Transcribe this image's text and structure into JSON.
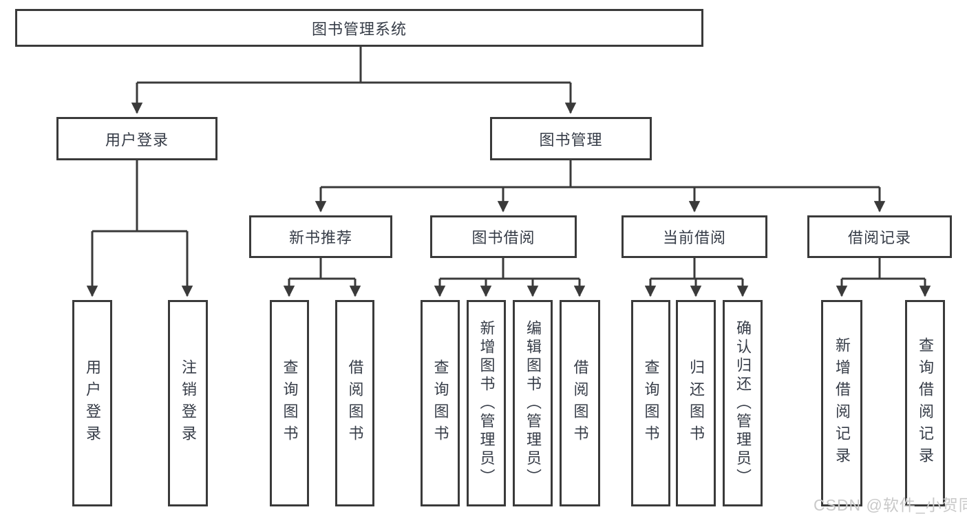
{
  "colors": {
    "line": "#3a3a3a",
    "text": "#363c47",
    "watermark": "#c9c9c9",
    "background": "#ffffff"
  },
  "watermark": {
    "text": "CSDN @软件_小贺同学"
  },
  "tree": {
    "root": {
      "label": "图书管理系统"
    },
    "children": [
      {
        "label": "用户登录",
        "children": [
          {
            "label": "用户登录"
          },
          {
            "label": "注销登录"
          }
        ]
      },
      {
        "label": "图书管理",
        "children": [
          {
            "label": "新书推荐",
            "children": [
              {
                "label": "查询图书"
              },
              {
                "label": "借阅图书"
              }
            ]
          },
          {
            "label": "图书借阅",
            "children": [
              {
                "label": "查询图书"
              },
              {
                "label": "新增图书（管理员）"
              },
              {
                "label": "编辑图书（管理员）"
              },
              {
                "label": "借阅图书"
              }
            ]
          },
          {
            "label": "当前借阅",
            "children": [
              {
                "label": "查询图书"
              },
              {
                "label": "归还图书"
              },
              {
                "label": "确认归还（管理员）"
              }
            ]
          },
          {
            "label": "借阅记录",
            "children": [
              {
                "label": "新增借阅记录"
              },
              {
                "label": "查询借阅记录"
              }
            ]
          }
        ]
      }
    ]
  }
}
